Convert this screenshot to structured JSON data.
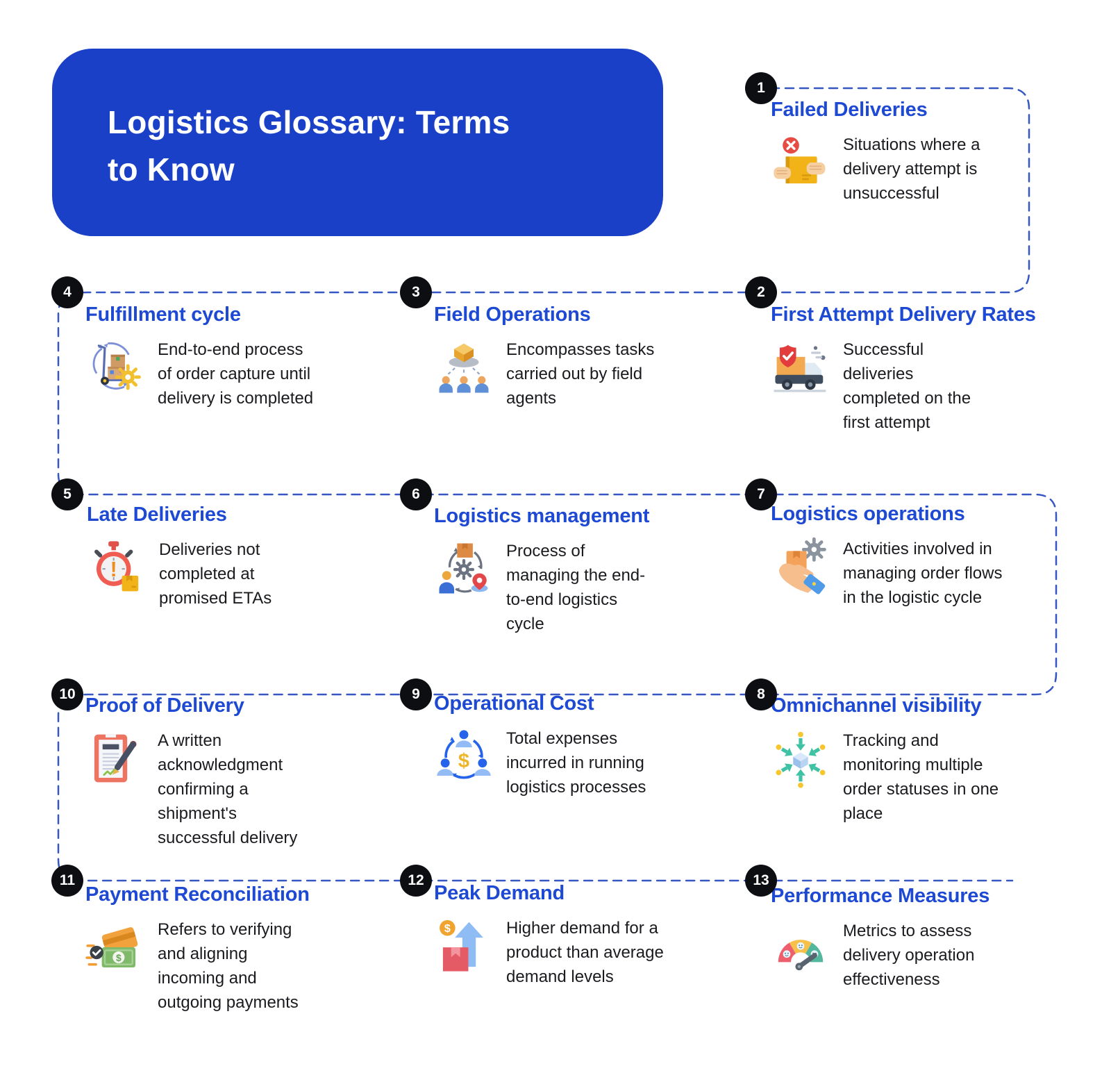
{
  "header": {
    "title_line1": "Logistics Glossary: Terms",
    "title_line2": "to Know"
  },
  "style": {
    "header_bg": "#1b40c8",
    "heading_blue": "#1e49d2",
    "connector_blue": "#3656c2",
    "badge_black": "#0d0e12",
    "body_text": "#1a1b1f"
  },
  "items": [
    {
      "number": "1",
      "title": "Failed Deliveries",
      "description": "Situations where a delivery attempt is unsuccessful",
      "icon": "failed-delivery-icon"
    },
    {
      "number": "2",
      "title": "First Attempt Delivery Rates",
      "description": "Successful deliveries completed on the first attempt",
      "icon": "delivery-truck-shield-icon"
    },
    {
      "number": "3",
      "title": "Field Operations",
      "description": "Encompasses tasks carried out by field agents",
      "icon": "field-agents-icon"
    },
    {
      "number": "4",
      "title": "Fulfillment cycle",
      "description": "End-to-end process of order capture until delivery is completed",
      "icon": "handtruck-cycle-icon"
    },
    {
      "number": "5",
      "title": "Late Deliveries",
      "description": "Deliveries not completed at promised ETAs",
      "icon": "stopwatch-alert-icon"
    },
    {
      "number": "6",
      "title": "Logistics management",
      "description": "Process of managing the end-to-end logistics cycle",
      "icon": "management-cycle-icon"
    },
    {
      "number": "7",
      "title": "Logistics operations",
      "description": "Activities involved in managing order flows in the logistic cycle",
      "icon": "hand-box-gear-icon"
    },
    {
      "number": "8",
      "title": "Omnichannel visibility",
      "description": "Tracking and monitoring multiple order statuses in one place",
      "icon": "hub-arrows-icon"
    },
    {
      "number": "9",
      "title": "Operational Cost",
      "description": "Total expenses incurred in running logistics processes",
      "icon": "people-dollar-cycle-icon"
    },
    {
      "number": "10",
      "title": "Proof of Delivery",
      "description": "A written acknowledgment confirming a shipment's successful delivery",
      "icon": "clipboard-signature-icon"
    },
    {
      "number": "11",
      "title": "Payment Reconciliation",
      "description": "Refers to verifying and aligning incoming and outgoing payments",
      "icon": "card-cash-check-icon"
    },
    {
      "number": "12",
      "title": "Peak Demand",
      "description": "Higher demand for a product than average demand levels",
      "icon": "demand-spike-icon"
    },
    {
      "number": "13",
      "title": "Performance Measures",
      "description": "Metrics to assess delivery operation effectiveness",
      "icon": "gauge-smileys-icon"
    }
  ]
}
